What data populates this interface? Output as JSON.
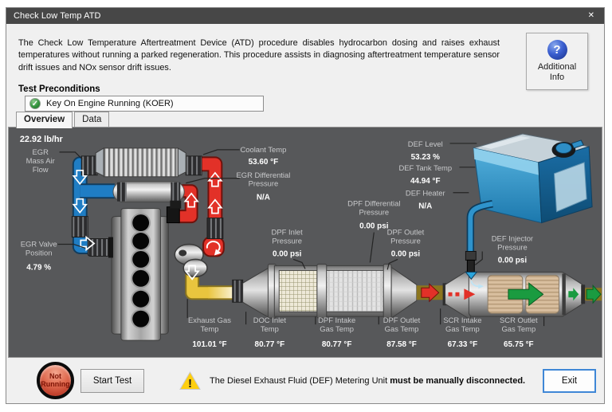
{
  "window": {
    "title": "Check Low Temp ATD",
    "close_glyph": "✕"
  },
  "icons": {
    "help_glyph": "?",
    "check_glyph": "✓",
    "warning_glyph": "!"
  },
  "intro": {
    "description": "The Check Low Temperature Aftertreatment Device (ATD) procedure disables hydrocarbon dosing and raises exhaust temperatures without running a parked regeneration. This procedure assists in diagnosing aftertreatment temperature sensor drift issues and NOx sensor drift issues.",
    "additional_info_label": "Additional Info",
    "preconditions_heading": "Test Preconditions",
    "precondition_item": "Key On Engine Running (KOER)"
  },
  "tabs": [
    {
      "label": "Overview",
      "active": true
    },
    {
      "label": "Data",
      "active": false
    }
  ],
  "diagram": {
    "egr_maf": {
      "value": "22.92 lb/hr",
      "label": [
        "EGR",
        "Mass Air",
        "Flow"
      ]
    },
    "egr_valve_pos": {
      "label": [
        "EGR Valve",
        "Position"
      ],
      "value": "4.79 %"
    },
    "coolant_temp": {
      "label": [
        "Coolant Temp"
      ],
      "value": "53.60 °F"
    },
    "egr_diff_pressure": {
      "label": [
        "EGR Differential",
        "Pressure"
      ],
      "value": "N/A"
    },
    "dpf_diff_pressure": {
      "label": [
        "DPF Differential",
        "Pressure"
      ],
      "value": "0.00 psi"
    },
    "dpf_inlet_pressure": {
      "label": [
        "DPF Inlet",
        "Pressure"
      ],
      "value": "0.00 psi"
    },
    "dpf_outlet_pressure": {
      "label": [
        "DPF Outlet",
        "Pressure"
      ],
      "value": "0.00 psi"
    },
    "def_injector_pressure": {
      "label": [
        "DEF Injector",
        "Pressure"
      ],
      "value": "0.00 psi"
    },
    "def_level": {
      "label": [
        "DEF Level"
      ],
      "value": "53.23 %"
    },
    "def_tank_temp": {
      "label": [
        "DEF Tank Temp"
      ],
      "value": "44.94 °F"
    },
    "def_heater": {
      "label": [
        "DEF Heater"
      ],
      "value": "N/A"
    },
    "exhaust_gas_temp": {
      "label": [
        "Exhaust Gas",
        "Temp"
      ],
      "value": "101.01 °F"
    },
    "doc_inlet_temp": {
      "label": [
        "DOC Inlet",
        "Temp"
      ],
      "value": "80.77 °F"
    },
    "dpf_intake_gas_temp": {
      "label": [
        "DPF Intake",
        "Gas Temp"
      ],
      "value": "80.77 °F"
    },
    "dpf_outlet_gas_temp": {
      "label": [
        "DPF Outlet",
        "Gas Temp"
      ],
      "value": "87.58 °F"
    },
    "scr_intake_gas_temp": {
      "label": [
        "SCR Intake",
        "Gas Temp"
      ],
      "value": "67.33 °F"
    },
    "scr_outlet_gas_temp": {
      "label": [
        "SCR Outlet",
        "Gas Temp"
      ],
      "value": "65.75 °F"
    }
  },
  "footer": {
    "status": [
      "Not",
      "Running"
    ],
    "start_button": "Start Test",
    "warning_text": "The Diesel Exhaust Fluid (DEF) Metering Unit ",
    "warning_bold": "must be manually disconnected.",
    "exit_button": "Exit"
  },
  "colors": {
    "title_bar": "#474747",
    "panel_background": "#57585a",
    "pipe_blue": "#1f7dc4",
    "pipe_red": "#e23128",
    "pipe_yellow": "#e9c53e",
    "arrow_green": "#1a9b40",
    "def_tank_blue": "#2e93cc",
    "status_not_running_red": "#b5301f",
    "focus_blue": "#3f87d6",
    "warning_yellow": "#ffcf0f"
  }
}
